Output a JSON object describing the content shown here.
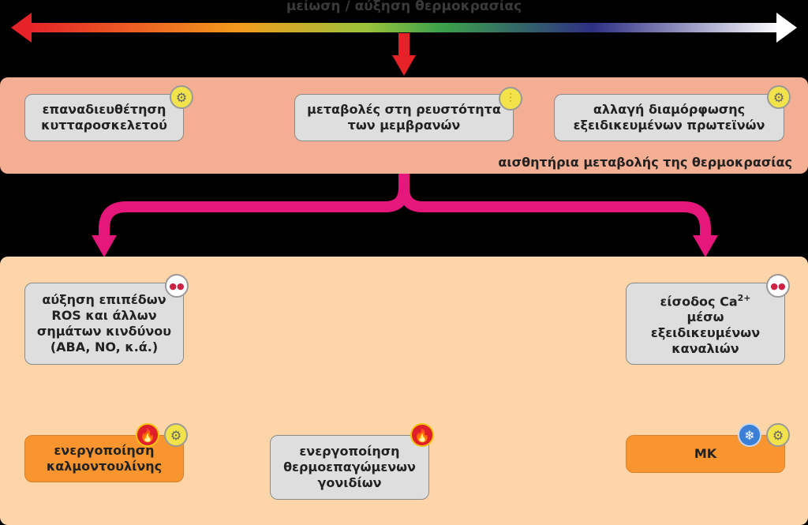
{
  "header": {
    "title": "μείωση / αύξηση θερμοκρασίας"
  },
  "top_panel": {
    "label": "αισθητήρια μεταβολής της θερμοκρασίας",
    "boxes": [
      {
        "text": "επαναδιευθέτηση\nκυτταροσκελετού",
        "icon": "gear-icon"
      },
      {
        "text": "μεταβολές στη ρευστότητα\nτων μεμβρανών",
        "icon": "membrane-icon"
      },
      {
        "text": "αλλαγή διαμόρφωσης\nεξειδικευμένων πρωτεϊνών",
        "icon": "gear-icon"
      }
    ]
  },
  "bottom_panel": {
    "boxes": [
      {
        "text": "αύξηση επιπέδων\nROS και άλλων\nσημάτων κινδύνου\n(ABA, NO, κ.ά.)",
        "icon": "molecules-icon"
      },
      {
        "text_main": "είσοδος Ca",
        "text_sup": "2+",
        "text_rest": "\nμέσω\nεξειδικευμένων\nκαναλιών",
        "icon": "molecules-icon"
      },
      {
        "text": "ενεργοποίηση\nκαλμοντουλίνης",
        "icons": [
          "fire-icon",
          "gear-icon"
        ]
      },
      {
        "text": "ενεργοποίηση\nθερμοεπαγώμενων\nγονιδίων",
        "icon": "fire-icon"
      },
      {
        "text": "ΜΚ",
        "icons": [
          "snowflake-icon",
          "gear-icon"
        ]
      }
    ]
  },
  "colors": {
    "arrow_red": "#e52228",
    "connector_magenta": "#e5177b",
    "top_panel": "#f4ae93",
    "bottom_panel": "#fdd5a8",
    "box_gray": "#dedede",
    "box_orange": "#f8952e"
  }
}
